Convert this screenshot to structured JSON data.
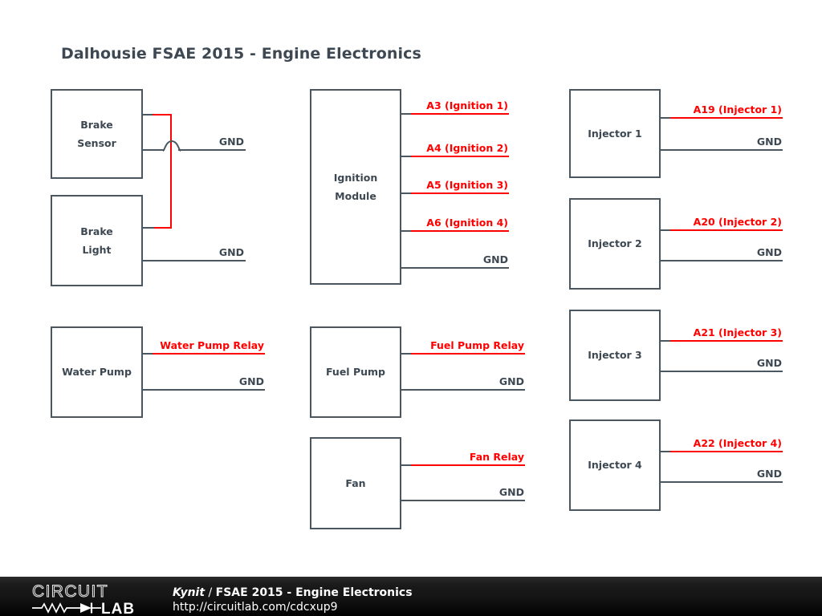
{
  "diagram": {
    "title": "Dalhousie FSAE 2015 - Engine Electronics",
    "colors": {
      "wire_signal": "#ff0000",
      "wire_ground": "#4a5660",
      "block_outline": "#4a5660",
      "text": "#3d4852",
      "background": "#ffffff",
      "footer_background": "#000000"
    }
  },
  "blocks": {
    "brake_sensor": {
      "line1": "Brake",
      "line2": "Sensor"
    },
    "brake_light": {
      "line1": "Brake",
      "line2": "Light"
    },
    "water_pump": {
      "line1": "Water Pump"
    },
    "ignition_module": {
      "line1": "Ignition",
      "line2": "Module"
    },
    "fuel_pump": {
      "line1": "Fuel Pump"
    },
    "fan": {
      "line1": "Fan"
    },
    "injector_1": {
      "line1": "Injector 1"
    },
    "injector_2": {
      "line1": "Injector 2"
    },
    "injector_3": {
      "line1": "Injector 3"
    },
    "injector_4": {
      "line1": "Injector 4"
    }
  },
  "labels": {
    "brake_sensor_gnd": "GND",
    "brake_light_gnd": "GND",
    "water_pump_relay": "Water Pump Relay",
    "water_pump_gnd": "GND",
    "ignition_a3": "A3 (Ignition 1)",
    "ignition_a4": "A4 (Ignition 2)",
    "ignition_a5": "A5 (Ignition 3)",
    "ignition_a6": "A6 (Ignition 4)",
    "ignition_gnd": "GND",
    "fuel_pump_relay": "Fuel Pump Relay",
    "fuel_pump_gnd": "GND",
    "fan_relay": "Fan Relay",
    "fan_gnd": "GND",
    "injector_1_signal": "A19 (Injector 1)",
    "injector_1_gnd": "GND",
    "injector_2_signal": "A20 (Injector 2)",
    "injector_2_gnd": "GND",
    "injector_3_signal": "A21 (Injector 3)",
    "injector_3_gnd": "GND",
    "injector_4_signal": "A22 (Injector 4)",
    "injector_4_gnd": "GND"
  },
  "footer": {
    "logo_top": "CIRCUIT",
    "logo_bottom": "LAB",
    "author": "Kynit",
    "separator": " / ",
    "project": "FSAE 2015 - Engine Electronics",
    "url": "http://circuitlab.com/cdcxup9"
  }
}
